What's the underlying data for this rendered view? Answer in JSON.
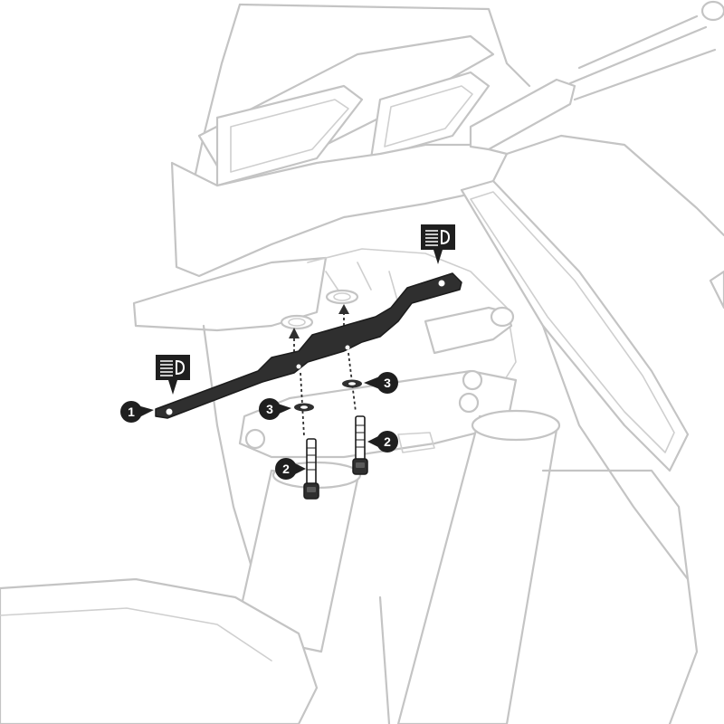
{
  "callouts": {
    "bracket": "1",
    "bolt_left": "2",
    "bolt_right": "2",
    "washer_left": "3",
    "washer_right": "3"
  },
  "colors": {
    "part": "#2f2f2f",
    "outline": "#c4c4c4",
    "callout": "#1f1f1f"
  },
  "icons": [
    "light-symbol-icon",
    "light-symbol-icon"
  ]
}
